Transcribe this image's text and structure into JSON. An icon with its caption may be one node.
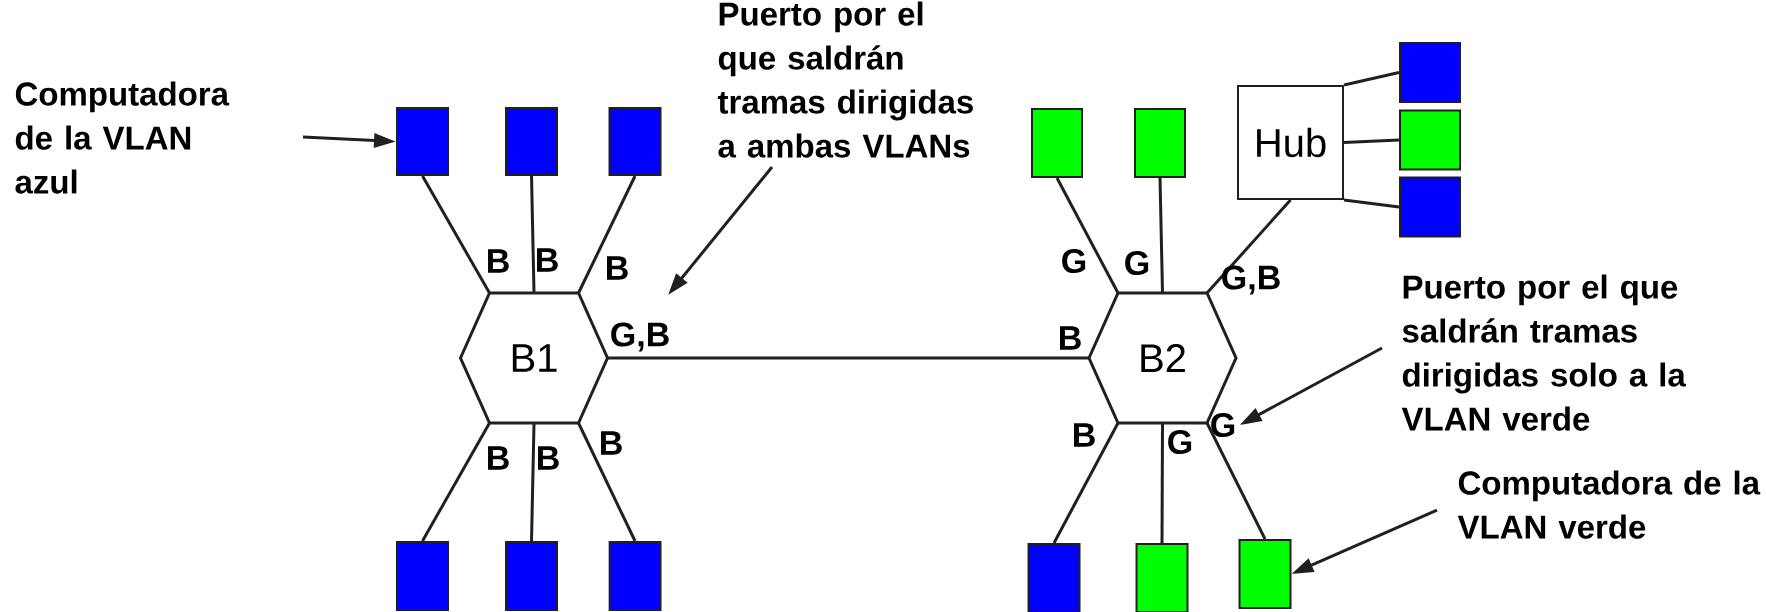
{
  "diagram": {
    "nodes": [
      {
        "text": [
          "Computadora de la VLAN azul"
        ]
      },
      {
        "text": [
          "Puerto por el que saldrán tramas dirigidas a ambas VLANs"
        ]
      },
      {
        "text": [
          "Hub"
        ]
      },
      {
        "text": [],
        "shape": "box"
      },
      {
        "text": [],
        "shape": "box"
      },
      {
        "text": [],
        "shape": "box"
      },
      {
        "text": [],
        "shape": "box"
      },
      {
        "text": [],
        "shape": "box"
      },
      {
        "text": [],
        "shape": "box"
      },
      {
        "text": [],
        "shape": "box"
      },
      {
        "text": [],
        "shape": "box"
      },
      {
        "text": [
          "B1"
        ]
      },
      {
        "text": [
          "B2"
        ]
      },
      {
        "text": [
          "Puerto por el que saldrán tramas dirigidas solo a la VLAN verde"
        ]
      },
      {
        "text": [
          "Computadora de la VLAN verde"
        ]
      },
      {
        "text": [],
        "shape": "box"
      },
      {
        "text": [],
        "shape": "box"
      },
      {
        "text": [],
        "shape": "box"
      },
      {
        "text": [],
        "shape": "box"
      },
      {
        "text": [],
        "shape": "box"
      },
      {
        "text": [],
        "shape": "box"
      },
      {
        "text": [
          "G"
        ]
      }
    ],
    "edges": [
      {
        "from": 0,
        "to": 3,
        "arrow": "to"
      },
      {
        "from": 1,
        "to": null,
        "arrow": "to"
      },
      {
        "from": 13,
        "to": 21,
        "arrow": "to"
      },
      {
        "from": 14,
        "to": 20,
        "arrow": "to"
      },
      {
        "from": 3,
        "to": 11,
        "arrow": "none"
      },
      {
        "from": 4,
        "to": 11,
        "arrow": "none"
      },
      {
        "from": 5,
        "to": 11,
        "arrow": "none"
      },
      {
        "from": 15,
        "to": 11,
        "arrow": "none"
      },
      {
        "from": 16,
        "to": 11,
        "arrow": "none"
      },
      {
        "from": 17,
        "to": 11,
        "arrow": "none"
      },
      {
        "from": 11,
        "to": 12,
        "arrow": "none"
      },
      {
        "from": 6,
        "to": 12,
        "arrow": "none"
      },
      {
        "from": 7,
        "to": 12,
        "arrow": "none"
      },
      {
        "from": 2,
        "to": 12,
        "arrow": "none"
      },
      {
        "from": 18,
        "to": 12,
        "arrow": "none"
      },
      {
        "from": 19,
        "to": 12,
        "arrow": "none"
      },
      {
        "from": 20,
        "to": 12,
        "arrow": "none"
      },
      {
        "from": 2,
        "to": 8,
        "arrow": "none"
      },
      {
        "from": 2,
        "to": 9,
        "arrow": "none"
      },
      {
        "from": 2,
        "to": 10,
        "arrow": "none"
      }
    ],
    "labels": [
      "B",
      "B",
      "B",
      "G",
      "G",
      "G,B",
      "G,B",
      "B",
      "B",
      "B",
      "B",
      "B",
      "G"
    ]
  }
}
